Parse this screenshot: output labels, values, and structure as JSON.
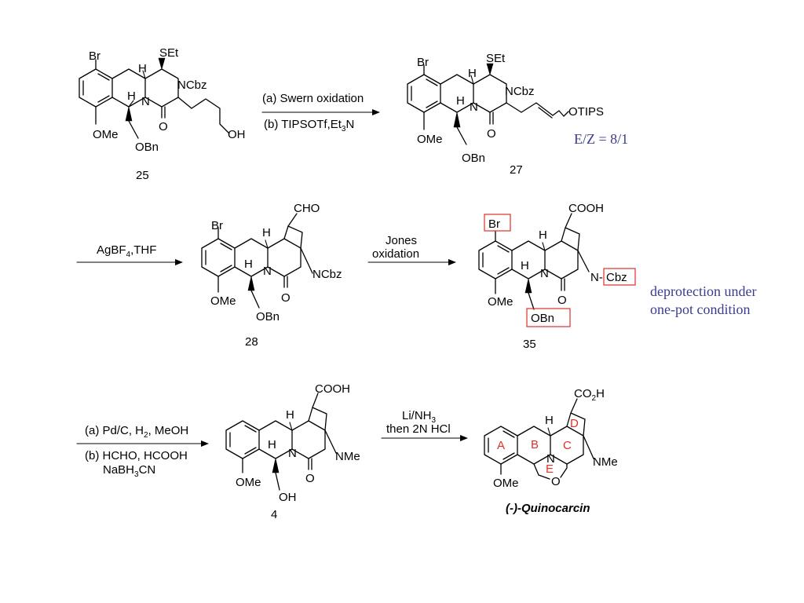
{
  "compounds": {
    "c25": {
      "number": "25",
      "labels": {
        "br": "Br",
        "h_top": "H",
        "h_mid": "H",
        "set": "SEt",
        "ncbz": "NCbz",
        "n": "N",
        "o": "O",
        "ome": "OMe",
        "obn": "OBn",
        "oh": "OH"
      }
    },
    "c27": {
      "number": "27",
      "labels": {
        "br": "Br",
        "h_top": "H",
        "h_mid": "H",
        "set": "SEt",
        "ncbz": "NCbz",
        "n": "N",
        "o": "O",
        "ome": "OMe",
        "obn": "OBn",
        "otips": "OTIPS"
      },
      "ratio": "E/Z = 8/1"
    },
    "c28": {
      "number": "28",
      "labels": {
        "br": "Br",
        "cho": "CHO",
        "h_top": "H",
        "h_mid": "H",
        "n": "N",
        "ncbz": "NCbz",
        "o": "O",
        "ome": "OMe",
        "obn": "OBn"
      }
    },
    "c35": {
      "number": "35",
      "labels": {
        "br": "Br",
        "cooh": "COOH",
        "h_top": "H",
        "h_mid": "H",
        "n": "N",
        "ncbz_n": "N-",
        "cbz": "Cbz",
        "o": "O",
        "ome": "OMe",
        "obn": "OBn"
      }
    },
    "c4": {
      "number": "4",
      "labels": {
        "cooh": "COOH",
        "h_top": "H",
        "h_mid": "H",
        "n": "N",
        "nme": "NMe",
        "o": "O",
        "ome": "OMe",
        "oh": "OH"
      }
    },
    "quinocarcin": {
      "name": "(-)-Quinocarcin",
      "labels": {
        "co2h": "CO",
        "co2h_sub": "2",
        "co2h_h": "H",
        "h_top": "H",
        "n": "N",
        "nme": "NMe",
        "o": "O",
        "ome": "OMe"
      },
      "rings": [
        "A",
        "B",
        "C",
        "D",
        "E"
      ]
    }
  },
  "arrows": {
    "a1": {
      "above": "(a) Swern oxidation",
      "below_pre": "(b) TIPSOTf,Et",
      "below_sub": "3",
      "below_post": "N"
    },
    "a2": {
      "above_pre": "AgBF",
      "above_sub": "4",
      "above_post": ",THF"
    },
    "a3": {
      "above_line1": "Jones",
      "above_line2": "oxidation"
    },
    "a4": {
      "above_pre": "(a) Pd/C, H",
      "above_sub": "2",
      "above_post": ", MeOH",
      "below_line1": "(b) HCHO, HCOOH",
      "below_line2_pre": "NaBH",
      "below_line2_sub": "3",
      "below_line2_post": "CN"
    },
    "a5": {
      "above_line1_pre": "Li/NH",
      "above_line1_sub": "3",
      "above_line2": "then 2N HCl"
    }
  },
  "note": {
    "line1": "deprotection under",
    "line2": "one-pot condition"
  },
  "colors": {
    "highlight_box": "#e0302a",
    "ring_label": "#e0302a",
    "note_text": "#3b3b8f"
  }
}
